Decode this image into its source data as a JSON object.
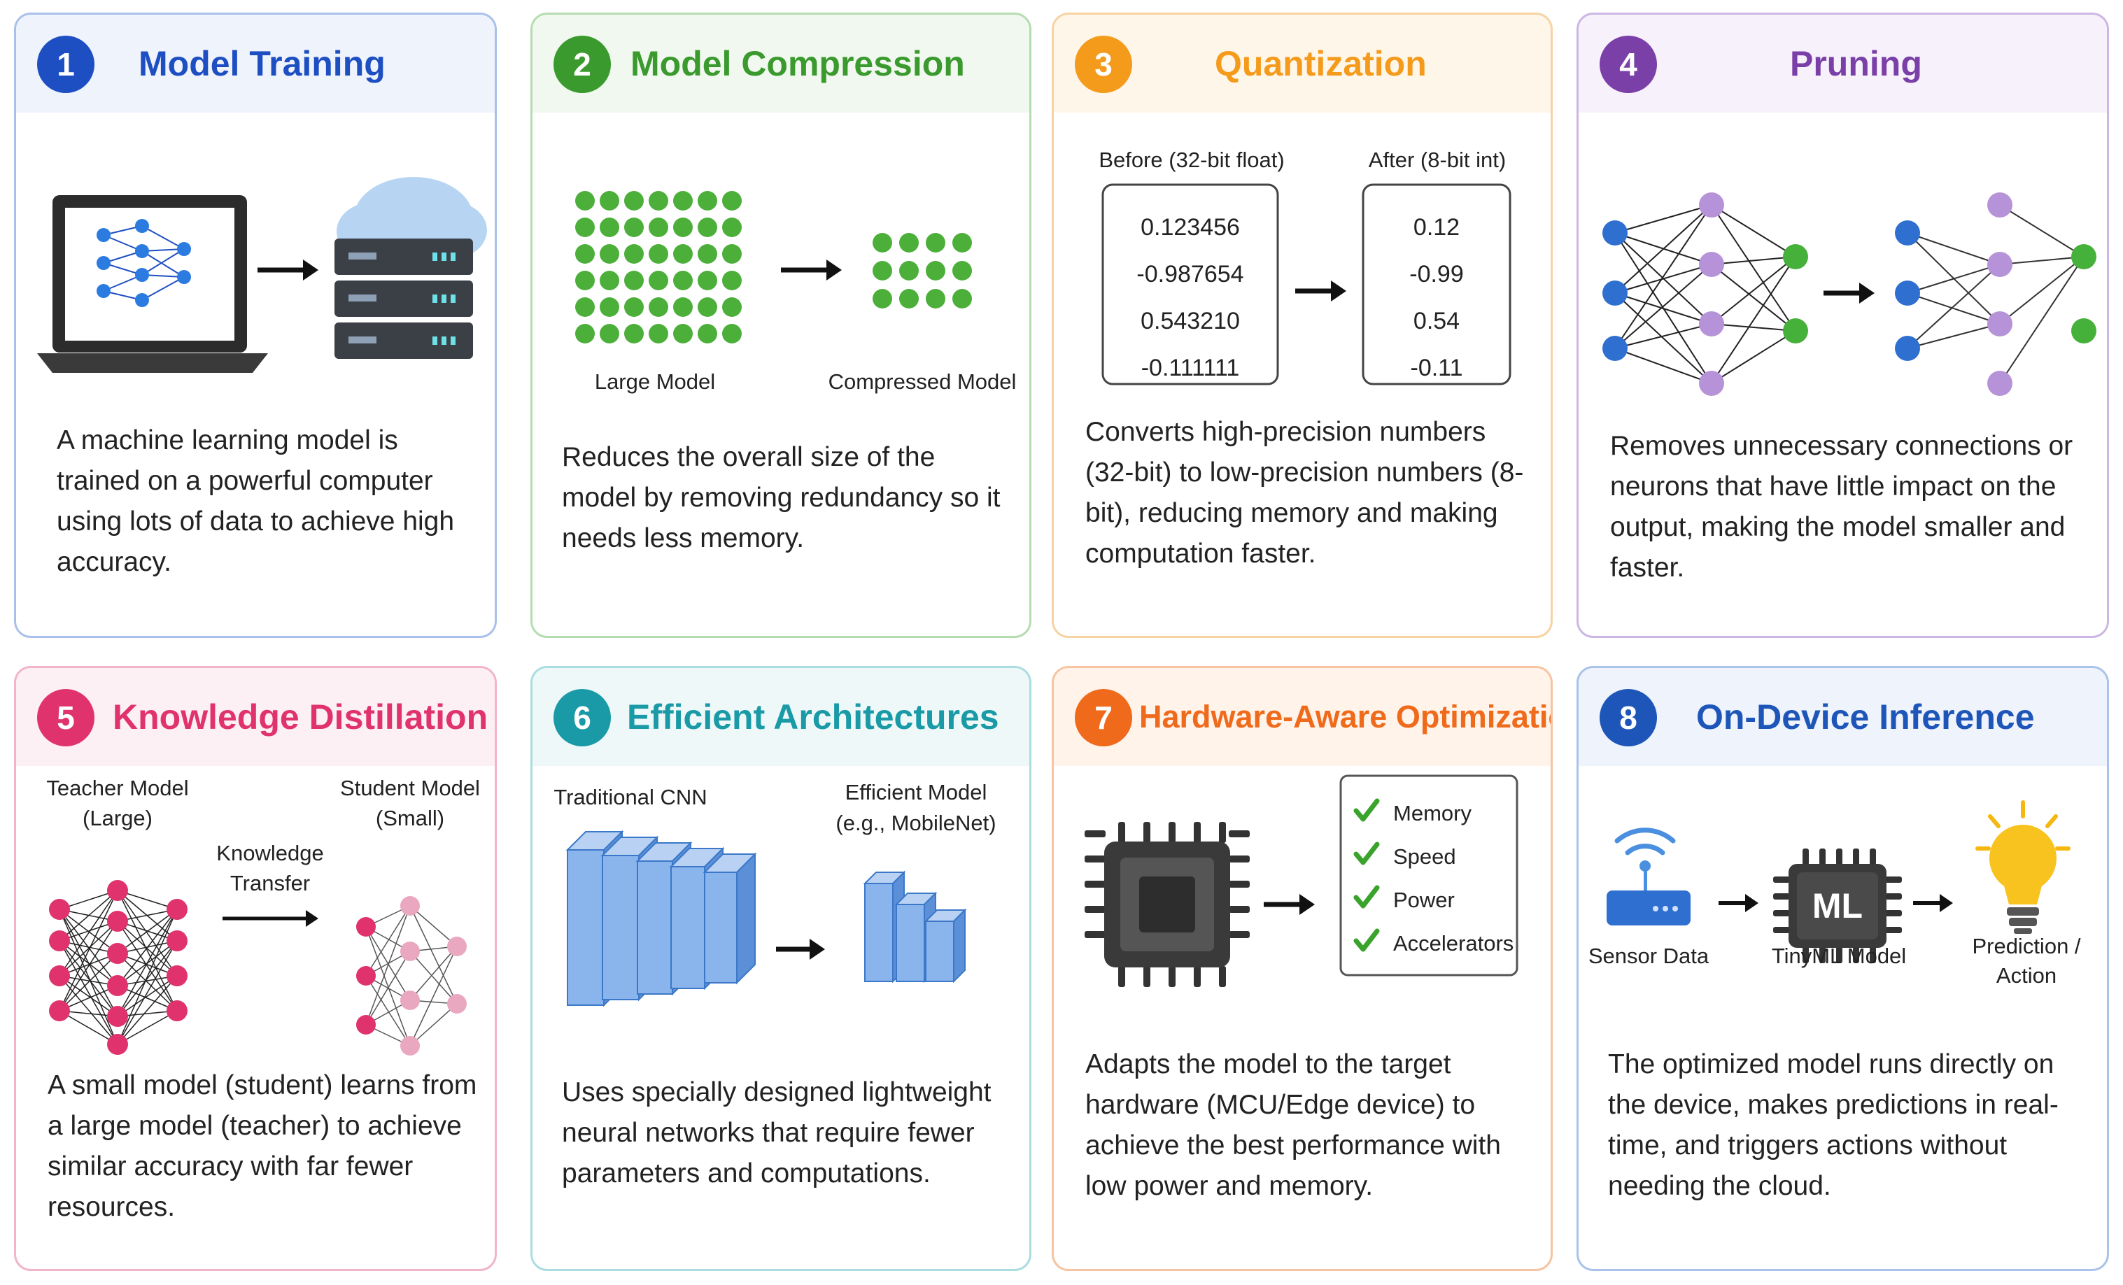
{
  "steps": [
    {
      "num": "1",
      "title": "Model Training",
      "desc": "A machine learning model is trained on a powerful computer using lots of data to achieve high accuracy."
    },
    {
      "num": "2",
      "title": "Model Compression",
      "desc": "Reduces the overall size of the model by removing redundancy so it needs less memory.",
      "labels": {
        "large": "Large Model",
        "compressed": "Compressed Model"
      }
    },
    {
      "num": "3",
      "title": "Quantization",
      "desc": "Converts high-precision numbers (32-bit) to low-precision numbers (8-bit), reducing memory and making computation faster.",
      "before_label": "Before (32-bit float)",
      "after_label": "After (8-bit int)",
      "before_values": [
        "0.123456",
        "-0.987654",
        "0.543210",
        "-0.111111"
      ],
      "after_values": [
        "0.12",
        "-0.99",
        "0.54",
        "-0.11"
      ]
    },
    {
      "num": "4",
      "title": "Pruning",
      "desc": "Removes unnecessary connections or neurons that have little impact on the output, making the model smaller and faster."
    },
    {
      "num": "5",
      "title": "Knowledge Distillation",
      "desc": "A small model (student) learns from a large model (teacher) to achieve similar accuracy with far fewer resources.",
      "teacher": [
        "Teacher Model",
        "(Large)"
      ],
      "student": [
        "Student Model",
        "(Small)"
      ],
      "transfer": [
        "Knowledge",
        "Transfer"
      ]
    },
    {
      "num": "6",
      "title": "Efficient Architectures",
      "desc": "Uses specially designed lightweight neural networks that require fewer parameters and computations.",
      "traditional": "Traditional CNN",
      "efficient": [
        "Efficient Model",
        "(e.g., MobileNet)"
      ]
    },
    {
      "num": "7",
      "title": "Hardware-Aware Optimization",
      "desc": "Adapts the model to the target hardware (MCU/Edge device) to achieve the best performance with low power and memory.",
      "checklist": [
        "Memory",
        "Speed",
        "Power",
        "Accelerators"
      ]
    },
    {
      "num": "8",
      "title": "On-Device Inference",
      "desc": "The optimized model runs directly on the device, makes predictions in real-time, and triggers actions without needing the cloud.",
      "chip_label": "ML",
      "labels": {
        "sensor": "Sensor Data",
        "model": "TinyML Model",
        "prediction": [
          "Prediction /",
          "Action"
        ]
      }
    }
  ],
  "colors": {
    "blue": "#1e4fc2",
    "green": "#3a9a2e",
    "orange": "#f59b1c",
    "purple": "#7b3fa8",
    "pink": "#e0336e",
    "teal": "#1a9aa6",
    "deep_orange": "#ef6a1a",
    "navy": "#1d55b8"
  }
}
